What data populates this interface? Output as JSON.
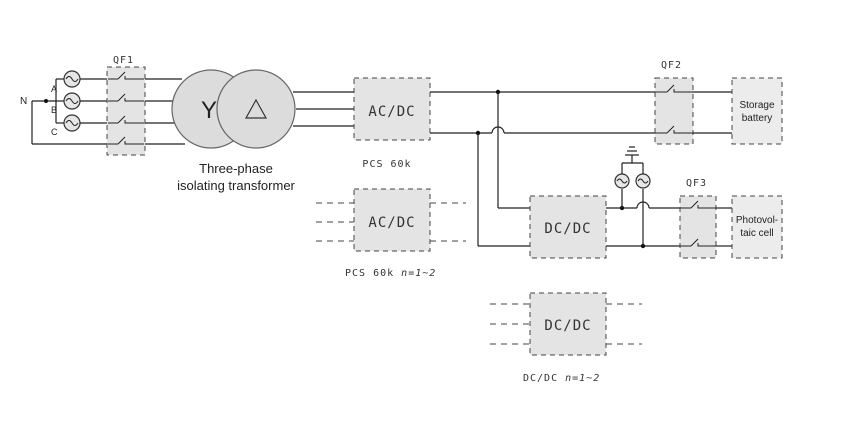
{
  "grid": {
    "neutral_label": "N",
    "phases": [
      "A",
      "B",
      "C"
    ]
  },
  "switches": {
    "qf1": "QF1",
    "qf2": "QF2",
    "qf3": "QF3"
  },
  "transformer": {
    "primary_symbol": "Y",
    "secondary_symbol": "△",
    "caption_line1": "Three-phase",
    "caption_line2": "isolating transformer"
  },
  "converters": {
    "acdc_main": "AC/DC",
    "acdc_main_caption": "PCS 60k",
    "acdc_extra": "AC/DC",
    "acdc_extra_caption_prefix": "PCS 60k ",
    "acdc_extra_caption_suffix": "n=1~2",
    "dcdc_main": "DC/DC",
    "dcdc_extra": "DC/DC",
    "dcdc_extra_caption_prefix": "DC/DC ",
    "dcdc_extra_caption_suffix": "n=1~2"
  },
  "devices": {
    "storage_line1": "Storage",
    "storage_line2": "battery",
    "pv_line1": "Photovol-",
    "pv_line2": "taic cell"
  }
}
